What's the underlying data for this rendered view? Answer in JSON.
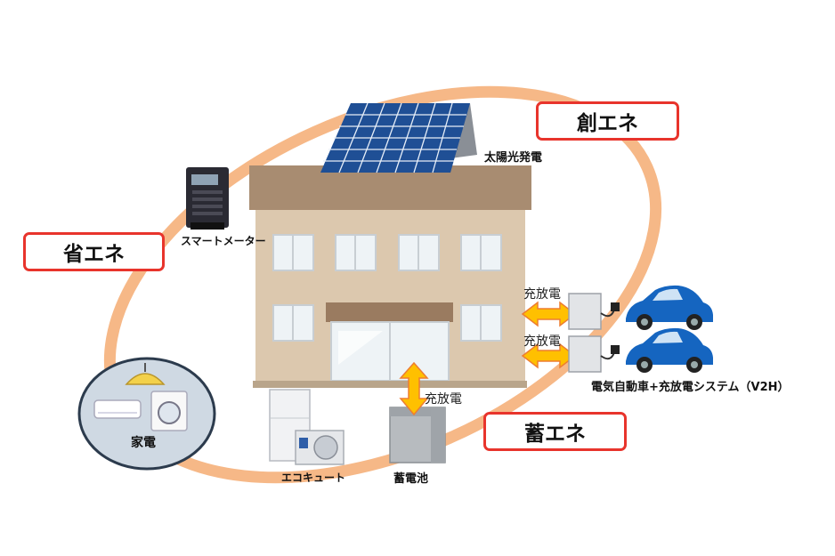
{
  "tags": {
    "create": "創エネ",
    "save": "省エネ",
    "store": "蓄エネ"
  },
  "labels": {
    "solar": "太陽光発電",
    "smart_meter": "スマートメーター",
    "appliances": "家電",
    "ecocute": "エコキュート",
    "battery": "蓄電池",
    "v2h": "電気自動車+充放電システム（V2H）"
  },
  "flows": {
    "ev_top": "充放電",
    "ev_bottom": "充放電",
    "battery": "充放電"
  },
  "colors": {
    "ring": "#f6b887",
    "tag_border": "#e8342c",
    "arrow": "#ffc000",
    "car": "#1565c0"
  }
}
